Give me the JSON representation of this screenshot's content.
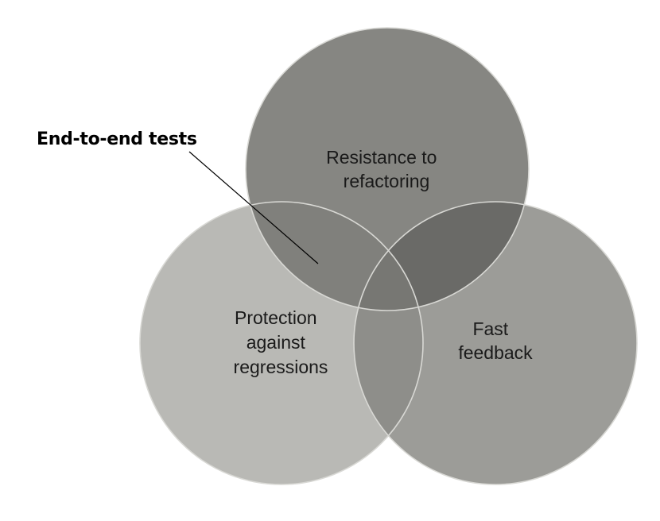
{
  "diagram": {
    "type": "venn",
    "sets": [
      {
        "id": "resistance",
        "lines": [
          "Resistance to",
          "refactoring"
        ],
        "color": "#868682"
      },
      {
        "id": "protection",
        "lines": [
          "Protection",
          "against",
          "regressions"
        ],
        "color": "#b9b9b5"
      },
      {
        "id": "feedback",
        "lines": [
          "Fast",
          "feedback"
        ],
        "color": "#9c9c98"
      }
    ],
    "overlap_colors": {
      "resistance_protection": "#80807c",
      "resistance_feedback": "#6a6a67",
      "protection_feedback": "#8e8e8a",
      "all_three": "#777773"
    },
    "callout": {
      "text": "End-to-end tests",
      "points_to": "resistance_protection"
    }
  }
}
